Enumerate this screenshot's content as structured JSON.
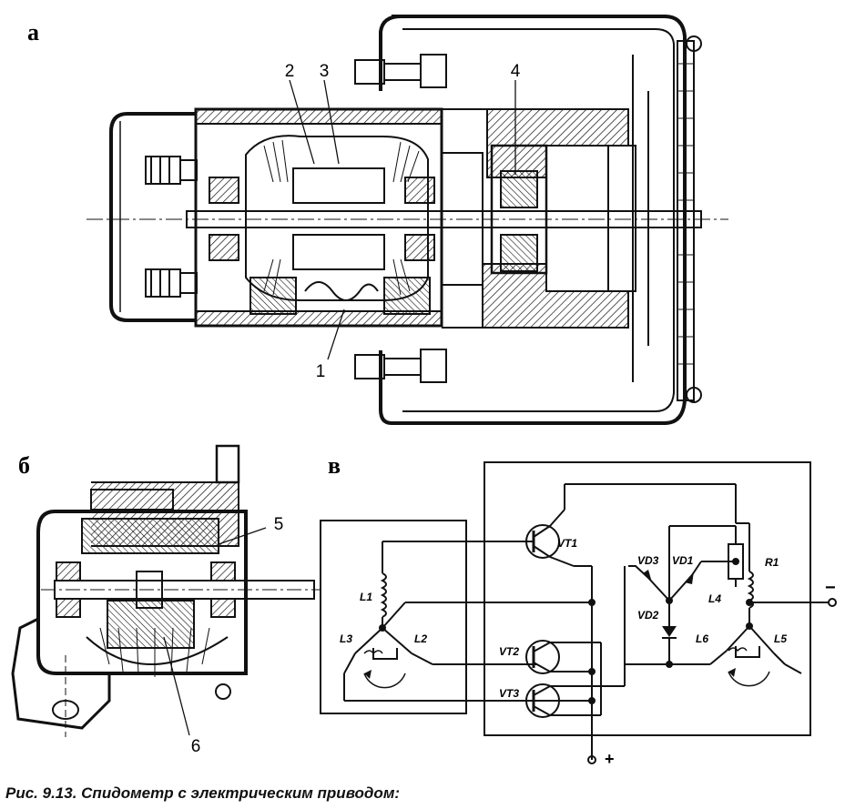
{
  "panels": {
    "a": {
      "letter": "а",
      "callouts": [
        "1",
        "2",
        "3",
        "4"
      ]
    },
    "b": {
      "letter": "б",
      "callouts": [
        "5",
        "6"
      ]
    },
    "c": {
      "letter": "в",
      "components": [
        "VT1",
        "VT2",
        "VT3",
        "VD1",
        "VD2",
        "VD3",
        "R1",
        "L1",
        "L2",
        "L3",
        "L4",
        "L5",
        "L6"
      ],
      "terminal_plus": "+",
      "terminal_minus": "−"
    }
  },
  "caption": "Рис. 9.13. Спидометр с электрическим приводом:"
}
